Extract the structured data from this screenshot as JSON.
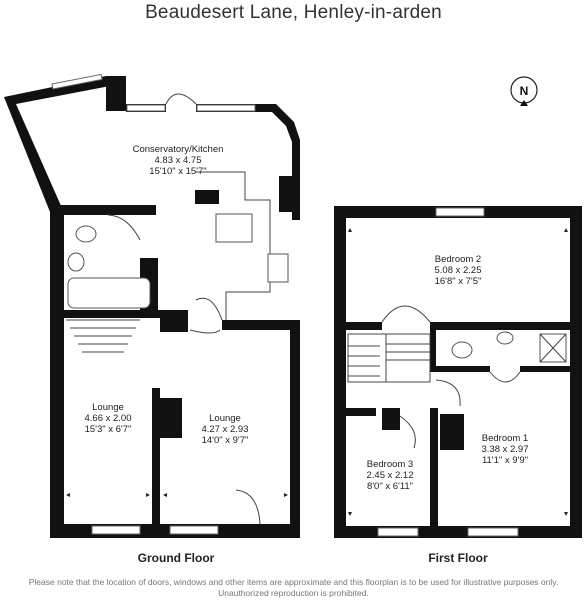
{
  "title": "Beaudesert Lane, Henley-in-arden",
  "compass": {
    "label": "N"
  },
  "floors": [
    {
      "name": "Ground Floor"
    },
    {
      "name": "First Floor"
    }
  ],
  "rooms": {
    "conservatory": {
      "name": "Conservatory/Kitchen",
      "metric": "4.83 x 4.75",
      "imperial": "15'10\" x 15'7\""
    },
    "lounge_left": {
      "name": "Lounge",
      "metric": "4.66 x 2.00",
      "imperial": "15'3\" x 6'7\""
    },
    "lounge_right": {
      "name": "Lounge",
      "metric": "4.27 x 2.93",
      "imperial": "14'0\" x 9'7\""
    },
    "bedroom2": {
      "name": "Bedroom 2",
      "metric": "5.08 x 2.25",
      "imperial": "16'8\" x 7'5\""
    },
    "bedroom1": {
      "name": "Bedroom 1",
      "metric": "3.38 x 2.97",
      "imperial": "11'1\" x 9'9\""
    },
    "bedroom3": {
      "name": "Bedroom 3",
      "metric": "2.45 x 2.12",
      "imperial": "8'0\" x 6'11\""
    }
  },
  "disclaimer": "Please note that the location of doors, windows and other items are approximate and this floorplan is to be used for illustrative purposes only. Unauthorized reproduction is prohibited."
}
